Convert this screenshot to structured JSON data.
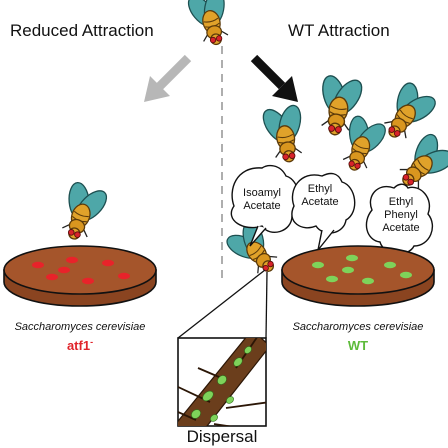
{
  "headers": {
    "left": "Reduced Attraction",
    "right": "WT Attraction"
  },
  "left_dish": {
    "species": "Saccharomyces cerevisiae",
    "strain": "atf1",
    "strain_superscript": "-",
    "strain_color": "#e0242b",
    "spot_color": "#e8232a"
  },
  "right_dish": {
    "species": "Saccharomyces cerevisiae",
    "strain": "WT",
    "strain_color": "#5dbb3b",
    "spot_color": "#7ed35a"
  },
  "odor_bubbles": [
    {
      "lines": [
        "Isoamyl",
        "Acetate"
      ]
    },
    {
      "lines": [
        "Ethyl",
        "Acetate"
      ]
    },
    {
      "lines": [
        "Ethyl",
        "Phenyl",
        "Acetate"
      ]
    }
  ],
  "bottom_label": "Dispersal",
  "colors": {
    "fly_body": "#e0a22a",
    "fly_wing": "#4ea7a8",
    "fly_eye": "#d8232a",
    "dish_agar": "#a5552b",
    "arrow_reduced": "#b7b7b7",
    "arrow_wt": "#111111"
  }
}
